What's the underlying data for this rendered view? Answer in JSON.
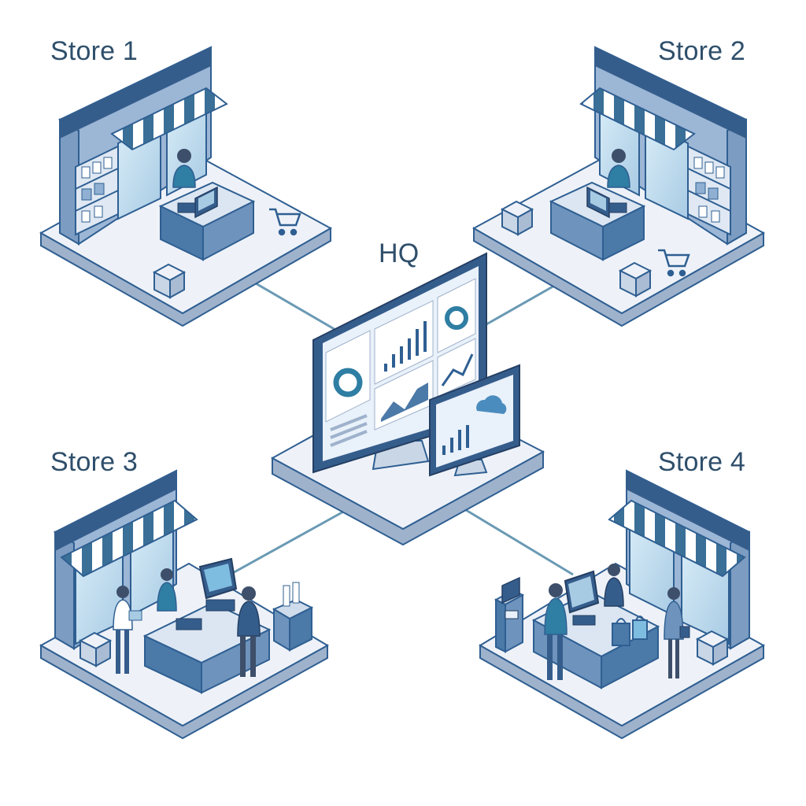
{
  "hub": {
    "label": "HQ"
  },
  "stores": [
    {
      "label": "Store 1"
    },
    {
      "label": "Store 2"
    },
    {
      "label": "Store 3"
    },
    {
      "label": "Store 4"
    }
  ],
  "colors": {
    "platform_top": "#eef2f8",
    "platform_side": "#9fb2cc",
    "platform_edge": "#2f5f92",
    "wall": "#9cb6d6",
    "wall_dark": "#355d8c",
    "window": "#c9e1f1",
    "awning": "#3a6f97",
    "counter": "#4b79a8",
    "screen": "#e9f1fa",
    "accent": "#2f7ea3",
    "link": "#6a9ab4",
    "text": "#2f4f6b"
  },
  "icons": [
    "shopping-cart-icon",
    "box-icon",
    "shelf-icon",
    "person-icon",
    "cash-register-icon",
    "monitor-icon",
    "donut-chart-icon",
    "bar-chart-icon",
    "line-chart-icon",
    "cloud-icon",
    "atm-icon",
    "shopping-bag-icon"
  ]
}
